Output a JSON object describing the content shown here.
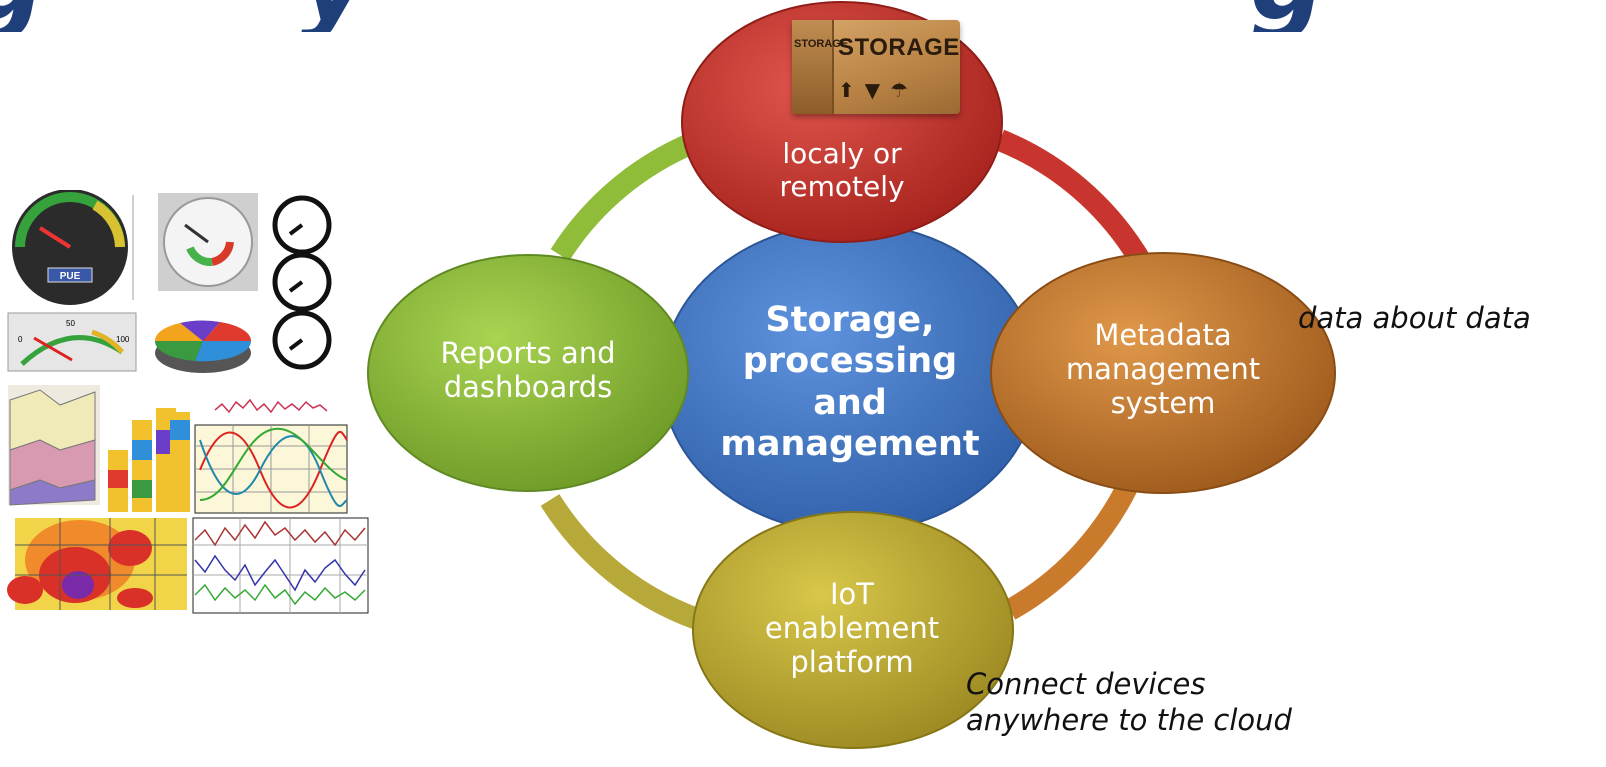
{
  "nodes": {
    "center": {
      "label_lines": [
        "Storage,",
        "processing",
        "and",
        "management"
      ]
    },
    "top": {
      "label_lines": [
        "localy or",
        "remotely"
      ]
    },
    "left": {
      "label_lines": [
        "Reports and",
        "dashboards"
      ]
    },
    "right": {
      "label_lines": [
        "Metadata",
        "management",
        "system"
      ]
    },
    "bottom": {
      "label_lines": [
        "IoT",
        "enablement",
        "platform"
      ]
    }
  },
  "captions": {
    "metadata": "data about data",
    "iot": [
      "Connect devices",
      "anywhere to the cloud"
    ]
  },
  "storage_box": {
    "word": "STORAGE",
    "side_word": "STORAGE"
  },
  "gauge_labels": {
    "pue": "PUE",
    "scale_min": "0",
    "scale_mid": "50",
    "scale_max": "100"
  },
  "colors": {
    "center": "#3f74c4",
    "top": "#c8352e",
    "left": "#8fbd3a",
    "right": "#c97a2a",
    "bottom": "#c0ad32",
    "ring_green": "#8fbd3a",
    "ring_red": "#c8352e",
    "ring_orange": "#c97a2a",
    "ring_olive": "#b7a83a"
  }
}
